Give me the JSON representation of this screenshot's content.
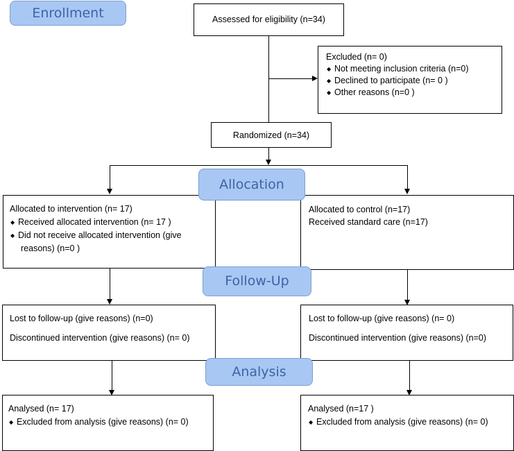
{
  "stages": {
    "enrollment": "Enrollment",
    "allocation": "Allocation",
    "followup": "Follow-Up",
    "analysis": "Analysis"
  },
  "assessed": "Assessed for eligibility (n=34)",
  "excluded": {
    "title": "Excluded (n= 0)",
    "items": [
      "Not meeting inclusion criteria (n=0)",
      "Declined to participate (n= 0 )",
      "Other reasons (n=0  )"
    ]
  },
  "randomized": "Randomized (n=34)",
  "intervention": {
    "allocated": "Allocated to intervention (n= 17)",
    "received": "Received allocated intervention (n= 17 )",
    "not_received_1": "Did not receive allocated intervention (give",
    "not_received_2": "reasons) (n=0 )",
    "lost": "Lost to follow-up (give reasons) (n=0)",
    "discontinued": "Discontinued intervention (give reasons) (n= 0)",
    "analysed": "Analysed  (n= 17)",
    "excluded_analysis": "Excluded from analysis (give reasons) (n= 0)"
  },
  "control": {
    "allocated": "Allocated to control (n=17)",
    "received": "Received standard care (n=17)",
    "lost": "Lost to follow-up (give reasons) (n= 0)",
    "discontinued": "Discontinued intervention (give reasons) (n=0)",
    "analysed": "Analysed  (n=17 )",
    "excluded_analysis": "Excluded from analysis (give reasons) (n= 0)"
  },
  "bullet_glyph": "◆"
}
